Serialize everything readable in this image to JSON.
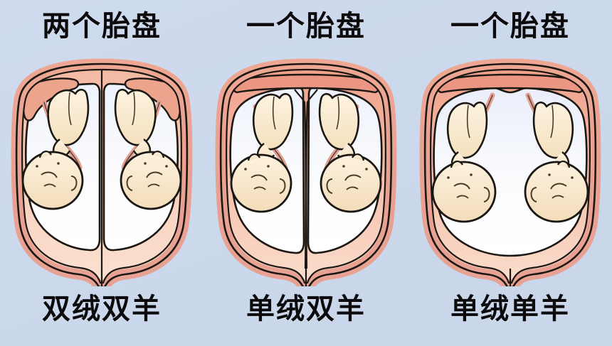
{
  "figure": {
    "subject": "twin-pregnancy-chorionicity-amnionicity",
    "background_color": "#ccd8ec",
    "panel_count": 3
  },
  "palette": {
    "background": "#ccd8ec",
    "uterus_wall": "#e8a393",
    "uterus_wall_light": "#f0b8a8",
    "outline": "#1b1713",
    "placenta": "#f6c7b3",
    "placenta_light": "#fbe2d4",
    "amniotic_fluid": "#fdfdfd",
    "amniotic_fluid_tint": "#eef2fa",
    "fetus_fill": "#f7e6c8",
    "fetus_fill_light": "#fdf4e2",
    "fetus_skin": "#f6ddc4",
    "cord": "#e2a091",
    "text": "#0b0b0d"
  },
  "panels": [
    {
      "id": "dichorionic-diamniotic",
      "top_label": "两个胎盘",
      "bottom_label": "双绒双羊",
      "placenta_count": 2,
      "amnion_count": 2,
      "fetus_count": 2,
      "divider": "thick-two-layer",
      "notes_visible": false
    },
    {
      "id": "monochorionic-diamniotic",
      "top_label": "一个胎盘",
      "bottom_label": "单绒双羊",
      "placenta_count": 1,
      "amnion_count": 2,
      "fetus_count": 2,
      "divider": "thin-membrane",
      "notes_visible": false
    },
    {
      "id": "monochorionic-monoamniotic",
      "top_label": "一个胎盘",
      "bottom_label": "单绒单羊",
      "placenta_count": 1,
      "amnion_count": 1,
      "fetus_count": 2,
      "divider": "none",
      "notes_visible": false
    }
  ]
}
